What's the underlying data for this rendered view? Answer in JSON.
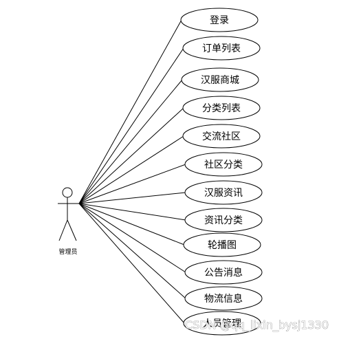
{
  "actor": {
    "label": "管理员"
  },
  "use_cases": [
    "登录",
    "订单列表",
    "汉服商城",
    "分类列表",
    "交流社区",
    "社区分类",
    "汉服资讯",
    "资讯分类",
    "轮播图",
    "公告消息",
    "物流信息",
    "人员管理"
  ],
  "watermark": "CSDN @qq_lixin_bysj1330",
  "colors": {
    "stroke": "#000000",
    "background": "#ffffff"
  }
}
